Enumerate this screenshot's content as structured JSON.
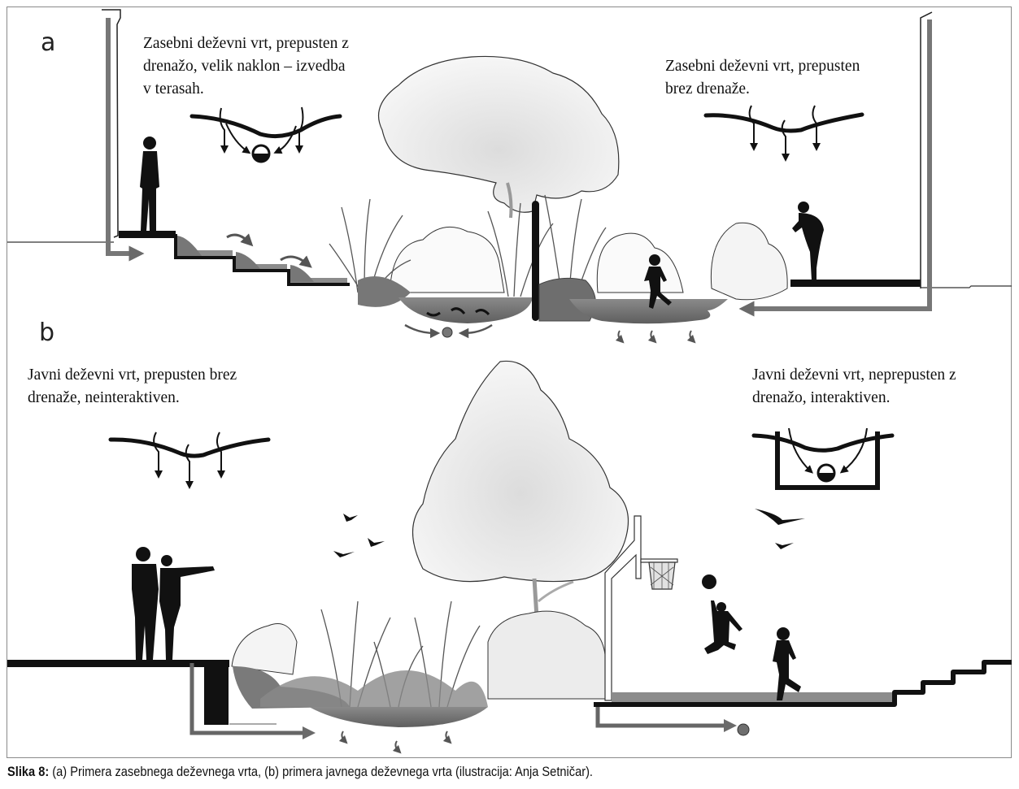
{
  "figure": {
    "panels": [
      {
        "letter": "a",
        "left_label": "Zasebni deževni vrt, prepusten z\ndrenažo, velik naklon – izvedba\nv terasah.",
        "right_label": "Zasebni deževni vrt, prepusten\nbrez drenaže.",
        "left_icon": "infiltration-with-drain-icon",
        "right_icon": "infiltration-without-drain-icon"
      },
      {
        "letter": "b",
        "left_label": "Javni deževni vrt, prepusten brez\ndrenaže, neinteraktiven.",
        "right_label": "Javni deževni vrt, neprepusten z\ndrenažo, interaktiven.",
        "left_icon": "infiltration-without-drain-icon",
        "right_icon": "lined-basin-with-drain-icon"
      }
    ],
    "caption": {
      "prefix": "Slika 8:",
      "text": " (a) Primera zasebnega deževnega vrta, (b) primera javnega deževnega vrta (ilustracija: Anja Setničar)."
    }
  },
  "colors": {
    "ink": "#111111",
    "water_gray": "#6f6f6f",
    "soil_gray": "#8c8c8c",
    "foliage_light": "#e6e6e6",
    "frame": "#8a8a8a"
  }
}
